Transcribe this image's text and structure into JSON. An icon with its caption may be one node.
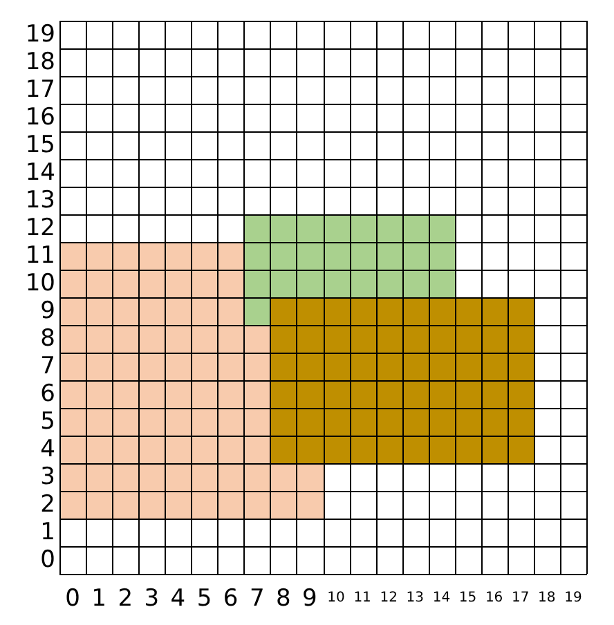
{
  "diagram": {
    "nodes": [
      {
        "text": [],
        "shape": "box"
      },
      {
        "text": [],
        "shape": "box"
      },
      {
        "text": [],
        "shape": "box"
      }
    ],
    "labels": [
      "19",
      "18",
      "17",
      "16",
      "15",
      "14",
      "13",
      "12",
      "11",
      "10",
      "9",
      "8",
      "7",
      "6",
      "5",
      "4",
      "3",
      "2",
      "1",
      "0",
      "0",
      "1",
      "2",
      "3",
      "4",
      "5",
      "6",
      "7",
      "8",
      "9",
      "10",
      "11",
      "12",
      "13",
      "14",
      "15",
      "16",
      "17",
      "18",
      "19"
    ]
  }
}
